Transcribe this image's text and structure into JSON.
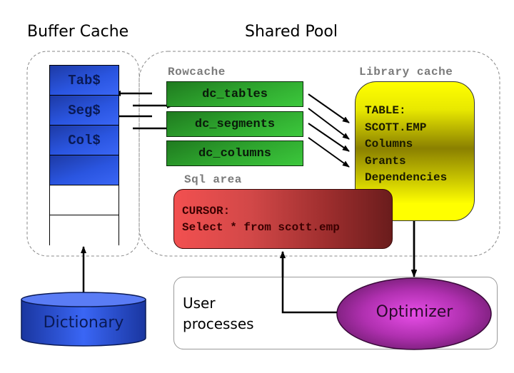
{
  "titles": {
    "buffer_cache": "Buffer Cache",
    "shared_pool": "Shared Pool"
  },
  "buffer_cache": {
    "rows": [
      {
        "label": "Tab$",
        "filled": true
      },
      {
        "label": "Seg$",
        "filled": true
      },
      {
        "label": "Col$",
        "filled": true
      },
      {
        "label": "",
        "filled": true
      },
      {
        "label": "",
        "filled": false
      },
      {
        "label": "",
        "filled": false
      }
    ]
  },
  "dictionary": {
    "label": "Dictionary"
  },
  "rowcache": {
    "label": "Rowcache",
    "items": [
      "dc_tables",
      "dc_segments",
      "dc_columns"
    ]
  },
  "library_cache": {
    "label": "Library cache",
    "lines": [
      "TABLE:",
      "SCOTT.EMP",
      "Columns",
      "Grants",
      "Dependencies"
    ]
  },
  "sql_area": {
    "label": "Sql area",
    "lines": [
      "CURSOR:",
      "Select * from scott.emp"
    ]
  },
  "user_processes": {
    "label_line1": "User",
    "label_line2": "processes"
  },
  "optimizer": {
    "label": "Optimizer"
  },
  "colors": {
    "buffer_blue": "#2a55e0",
    "rowcache_green": "#2ea52e",
    "library_yellow": "#ffff00",
    "sql_red": "#d24848",
    "optimizer_purple": "#b030b0"
  }
}
